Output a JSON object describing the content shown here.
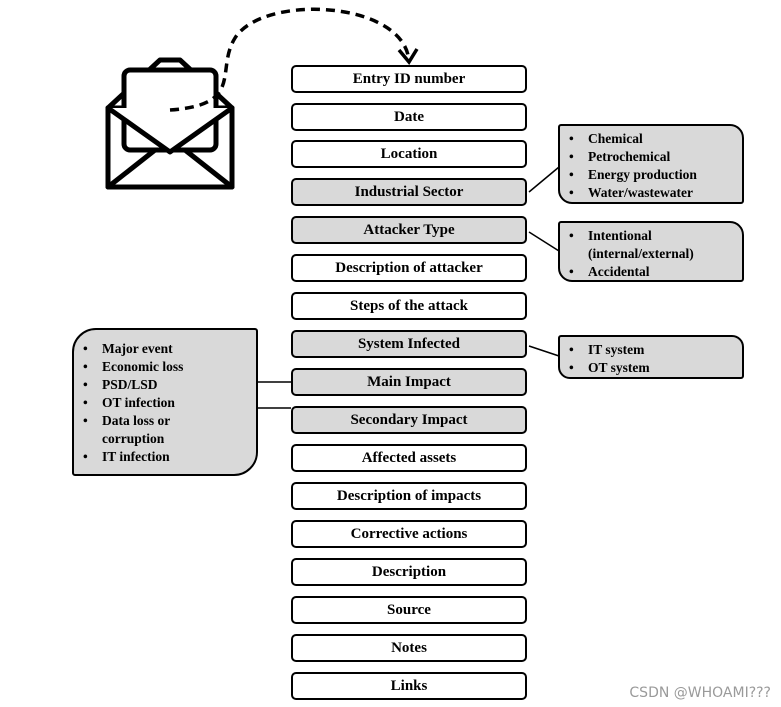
{
  "fields": [
    {
      "label": "Entry ID number",
      "shaded": false
    },
    {
      "label": "Date",
      "shaded": false
    },
    {
      "label": "Location",
      "shaded": false
    },
    {
      "label": "Industrial Sector",
      "shaded": true
    },
    {
      "label": "Attacker Type",
      "shaded": true
    },
    {
      "label": "Description of attacker",
      "shaded": false
    },
    {
      "label": "Steps of the attack",
      "shaded": false
    },
    {
      "label": "System Infected",
      "shaded": true
    },
    {
      "label": "Main Impact",
      "shaded": true
    },
    {
      "label": "Secondary Impact",
      "shaded": true
    },
    {
      "label": "Affected assets",
      "shaded": false
    },
    {
      "label": "Description of impacts",
      "shaded": false
    },
    {
      "label": "Corrective actions",
      "shaded": false
    },
    {
      "label": "Description",
      "shaded": false
    },
    {
      "label": "Source",
      "shaded": false
    },
    {
      "label": "Notes",
      "shaded": false
    },
    {
      "label": "Links",
      "shaded": false
    }
  ],
  "callouts": {
    "sector": [
      "Chemical",
      "Petrochemical",
      "Energy production",
      "Water/wastewater"
    ],
    "attacker": [
      "Intentional (internal/external)",
      "Accidental"
    ],
    "system": [
      "IT system",
      "OT system"
    ],
    "impact": [
      "Major event",
      "Economic loss",
      "PSD/LSD",
      "OT infection",
      "Data loss or corruption",
      "IT infection"
    ]
  },
  "icons": {
    "envelope": "envelope-icon"
  },
  "colors": {
    "shaded": "#d9d9d9",
    "line": "#000000"
  },
  "watermark": "CSDN @WHOAMI???"
}
